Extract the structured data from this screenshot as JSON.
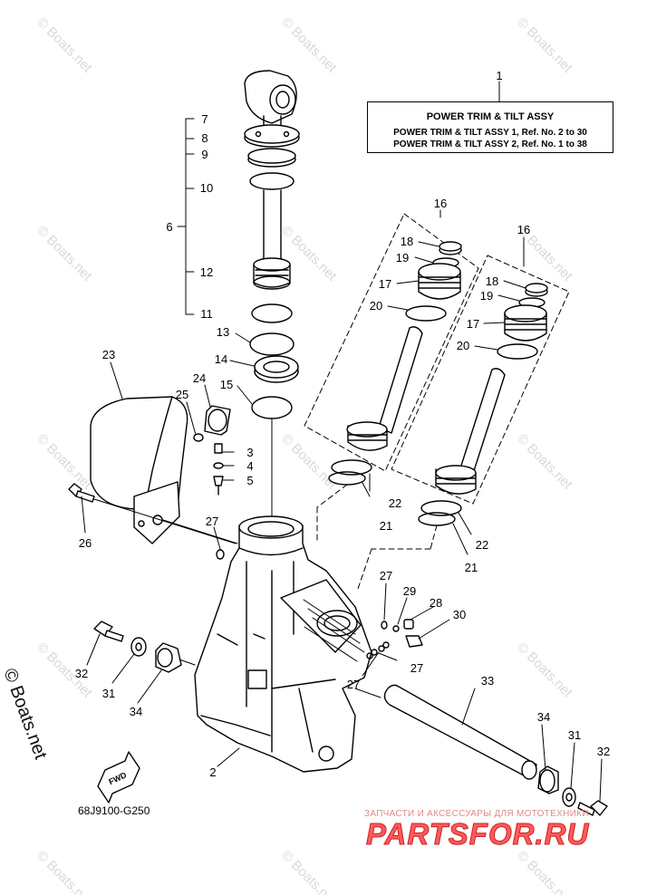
{
  "legend": {
    "title": "POWER TRIM  & TILT ASSY",
    "line1": "POWER TRIM & TILT ASSY 1, Ref. No. 2 to 30",
    "line2": "POWER TRIM & TILT ASSY 2, Ref. No. 1 to 38"
  },
  "diagram_code": "68J9100-G250",
  "fwd_label": "FWD",
  "watermark": "© Boats.net",
  "side_watermark": "© Boats.net",
  "shop_tagline": "ЗАПЧАСТИ И АКСЕССУАРЫ ДЛЯ МОТОТЕХНИКИ",
  "shop_logo": "PARTSFOR.RU",
  "callouts": {
    "c1": "1",
    "c2": "2",
    "c3": "3",
    "c4": "4",
    "c5": "5",
    "c6": "6",
    "c7": "7",
    "c8": "8",
    "c9": "9",
    "c10": "10",
    "c11": "11",
    "c12": "12",
    "c13": "13",
    "c14": "14",
    "c15": "15",
    "c16": "16",
    "c17": "17",
    "c18": "18",
    "c19": "19",
    "c20": "20",
    "c21": "21",
    "c22": "22",
    "c23": "23",
    "c24": "24",
    "c25": "25",
    "c26": "26",
    "c27": "27",
    "c28": "28",
    "c29": "29",
    "c30": "30",
    "c31": "31",
    "c32": "32",
    "c33": "33",
    "c34": "34"
  }
}
